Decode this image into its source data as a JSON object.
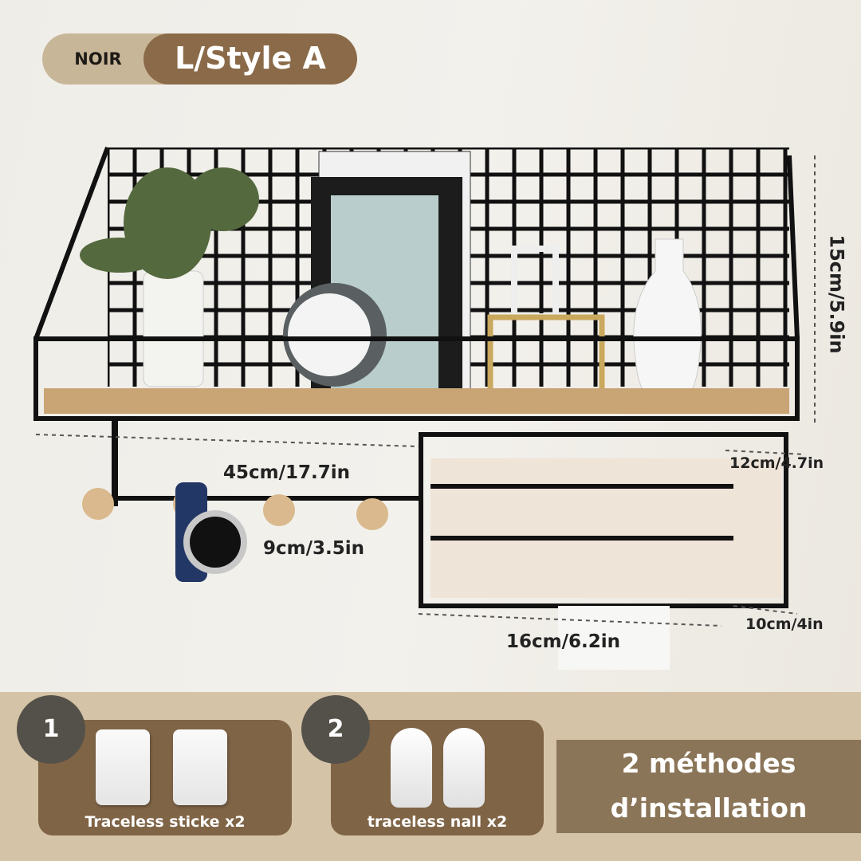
{
  "badge": {
    "color": "NOIR",
    "style": "L/Style A"
  },
  "dimensions": {
    "height": "15cm/5.9in",
    "width": "45cm/17.7in",
    "box_depth": "12cm/4.7in",
    "hook_height": "9cm/3.5in",
    "box_height": "10cm/4in",
    "box_width": "16cm/6.2in"
  },
  "installation": {
    "options": [
      {
        "number": "1",
        "label": "Traceless sticke x2"
      },
      {
        "number": "2",
        "label": "traceless nall x2"
      }
    ],
    "title_line1": "2 méthodes",
    "title_line2": "d’installation"
  },
  "colors": {
    "brown": "#8a6a48",
    "tan": "#c8b699",
    "band": "#d5c3a7",
    "circle": "#54514a"
  }
}
